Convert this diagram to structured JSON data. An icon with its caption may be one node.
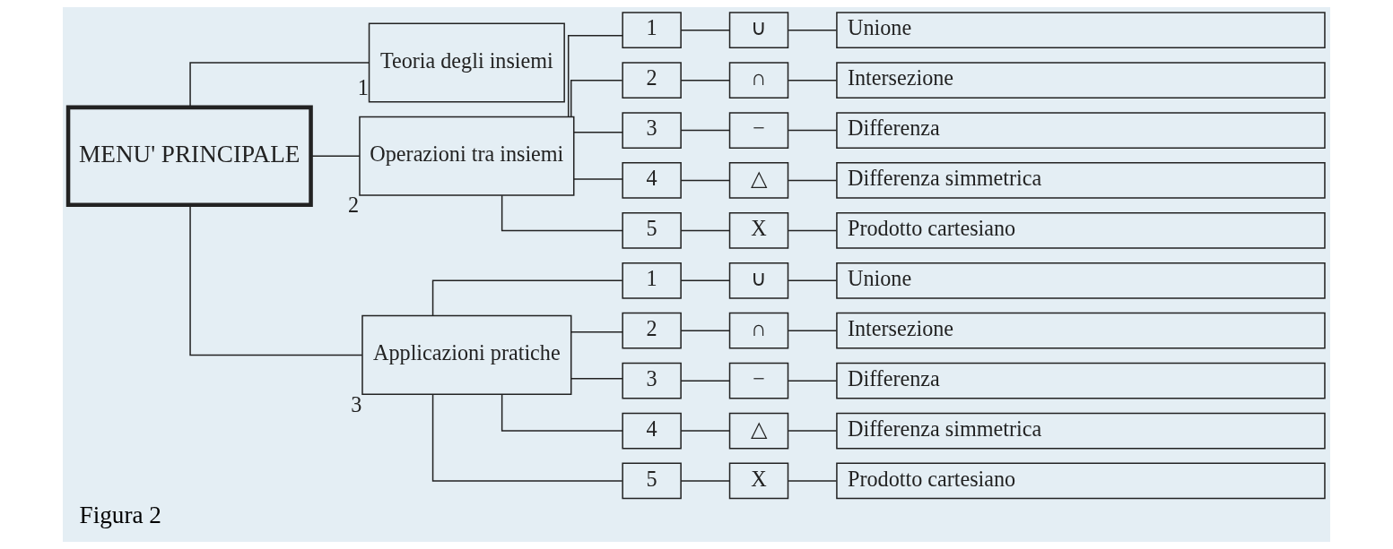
{
  "diagram": {
    "caption": "Figura 2",
    "nodes": [
      {
        "text": [
          "MENU' PRINCIPALE"
        ]
      },
      {
        "text": [
          "Teoria degli insiemi"
        ],
        "beside": [
          "1"
        ]
      },
      {
        "text": [
          "Operazioni tra insiemi"
        ],
        "beside": [
          "2"
        ]
      },
      {
        "text": [
          "1"
        ]
      },
      {
        "text": [
          "∪"
        ]
      },
      {
        "text": [
          "Unione"
        ]
      },
      {
        "text": [
          "2"
        ]
      },
      {
        "text": [
          "∩"
        ]
      },
      {
        "text": [
          "Intersezione"
        ]
      },
      {
        "text": [
          "3"
        ]
      },
      {
        "text": [
          "−"
        ]
      },
      {
        "text": [
          "Differenza"
        ]
      },
      {
        "text": [
          "4"
        ]
      },
      {
        "text": [
          "△"
        ]
      },
      {
        "text": [
          "Differenza simmetrica"
        ]
      },
      {
        "text": [
          "5"
        ]
      },
      {
        "text": [
          "X"
        ]
      },
      {
        "text": [
          "Prodotto cartesiano"
        ]
      },
      {
        "text": [
          "Applicazioni pratiche"
        ],
        "beside": [
          "3"
        ]
      },
      {
        "text": [
          "1"
        ]
      },
      {
        "text": [
          "∪"
        ]
      },
      {
        "text": [
          "Unione"
        ]
      },
      {
        "text": [
          "2"
        ]
      },
      {
        "text": [
          "∩"
        ]
      },
      {
        "text": [
          "Intersezione"
        ]
      },
      {
        "text": [
          "3"
        ]
      },
      {
        "text": [
          "−"
        ]
      },
      {
        "text": [
          "Differenza"
        ]
      },
      {
        "text": [
          "4"
        ]
      },
      {
        "text": [
          "△"
        ]
      },
      {
        "text": [
          "Differenza simmetrica"
        ]
      },
      {
        "text": [
          "5"
        ]
      },
      {
        "text": [
          "X"
        ]
      },
      {
        "text": [
          "Prodotto cartesiano"
        ]
      }
    ],
    "edges": [
      {
        "from": 0,
        "to": 1,
        "arrow": "none"
      },
      {
        "from": 0,
        "to": 2,
        "arrow": "none"
      },
      {
        "from": 0,
        "to": 18,
        "arrow": "none"
      },
      {
        "from": 2,
        "to": 3,
        "arrow": "none"
      },
      {
        "from": 3,
        "to": 4,
        "arrow": "none"
      },
      {
        "from": 4,
        "to": 5,
        "arrow": "none"
      },
      {
        "from": 2,
        "to": 6,
        "arrow": "none"
      },
      {
        "from": 6,
        "to": 7,
        "arrow": "none"
      },
      {
        "from": 7,
        "to": 8,
        "arrow": "none"
      },
      {
        "from": 2,
        "to": 9,
        "arrow": "none"
      },
      {
        "from": 9,
        "to": 10,
        "arrow": "none"
      },
      {
        "from": 10,
        "to": 11,
        "arrow": "none"
      },
      {
        "from": 2,
        "to": 12,
        "arrow": "none"
      },
      {
        "from": 12,
        "to": 13,
        "arrow": "none"
      },
      {
        "from": 13,
        "to": 14,
        "arrow": "none"
      },
      {
        "from": 2,
        "to": 15,
        "arrow": "none"
      },
      {
        "from": 15,
        "to": 16,
        "arrow": "none"
      },
      {
        "from": 16,
        "to": 17,
        "arrow": "none"
      },
      {
        "from": 18,
        "to": 19,
        "arrow": "none"
      },
      {
        "from": 19,
        "to": 20,
        "arrow": "none"
      },
      {
        "from": 20,
        "to": 21,
        "arrow": "none"
      },
      {
        "from": 18,
        "to": 22,
        "arrow": "none"
      },
      {
        "from": 22,
        "to": 23,
        "arrow": "none"
      },
      {
        "from": 23,
        "to": 24,
        "arrow": "none"
      },
      {
        "from": 18,
        "to": 25,
        "arrow": "none"
      },
      {
        "from": 25,
        "to": 26,
        "arrow": "none"
      },
      {
        "from": 26,
        "to": 27,
        "arrow": "none"
      },
      {
        "from": 18,
        "to": 28,
        "arrow": "none"
      },
      {
        "from": 28,
        "to": 29,
        "arrow": "none"
      },
      {
        "from": 29,
        "to": 30,
        "arrow": "none"
      },
      {
        "from": 18,
        "to": 31,
        "arrow": "none"
      },
      {
        "from": 31,
        "to": 32,
        "arrow": "none"
      },
      {
        "from": 32,
        "to": 33,
        "arrow": "none"
      }
    ]
  }
}
